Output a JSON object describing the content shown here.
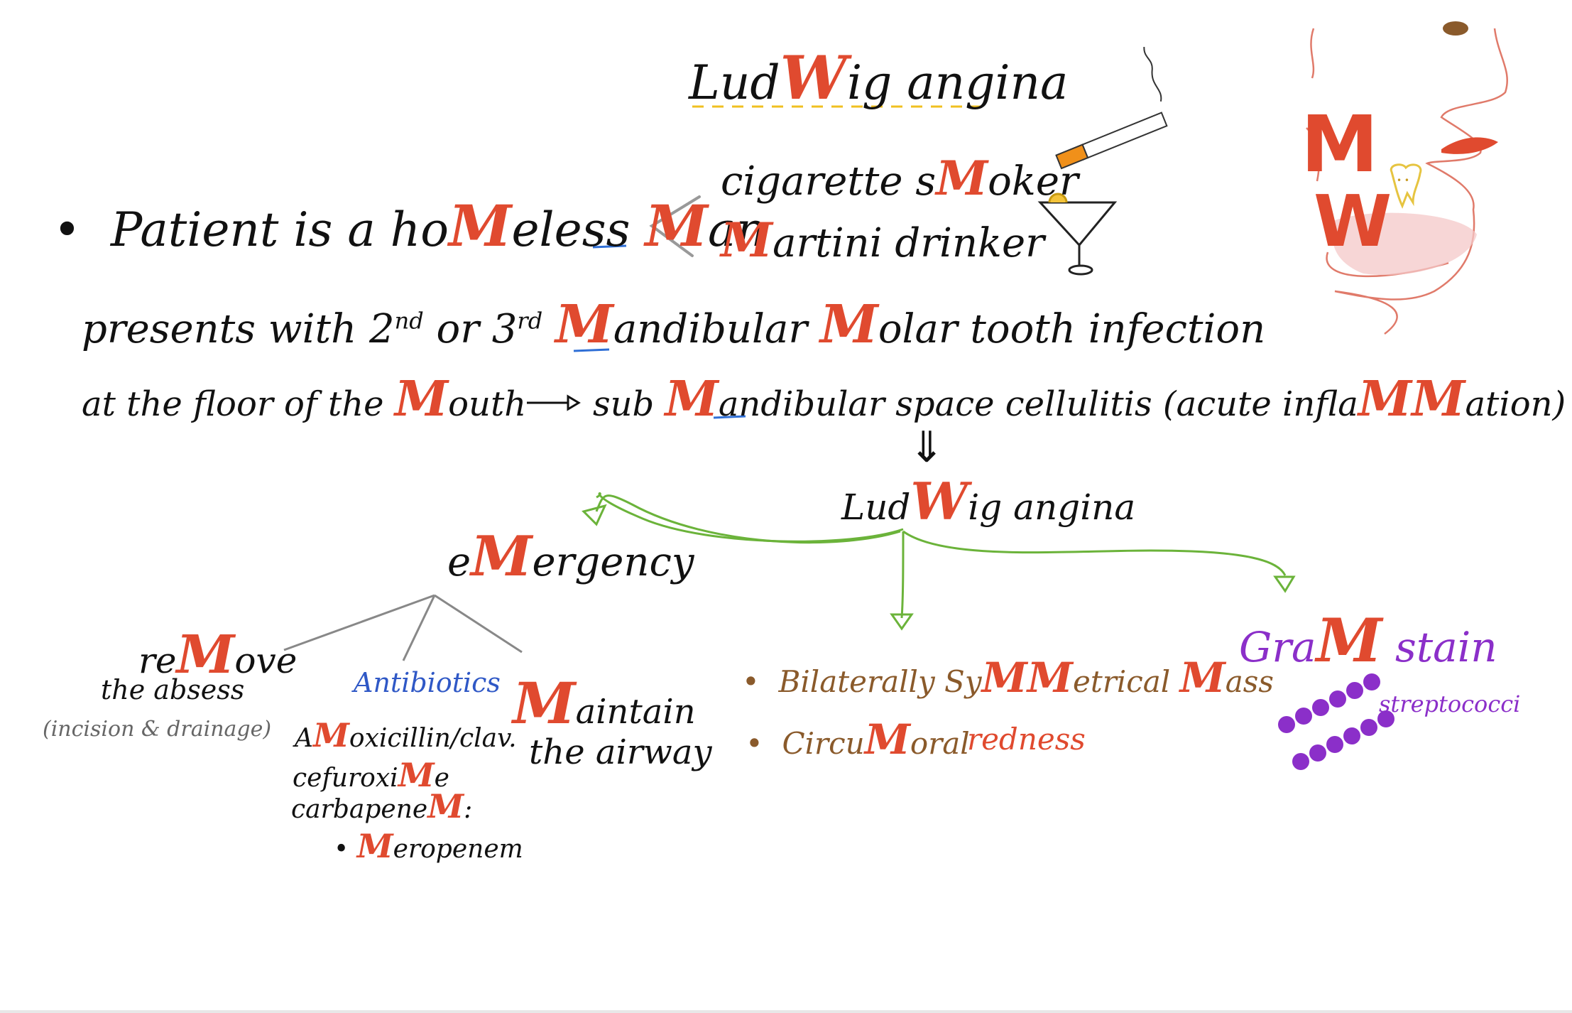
{
  "colors": {
    "ink": "#111111",
    "accent_red": "#e04a2f",
    "underline_blue": "#2f6fd6",
    "branch_green": "#6bb33a",
    "antibiotics_blue": "#2f58c6",
    "signs_brown": "#8a5a2b",
    "gram_purple": "#8b2fc9",
    "title_dash": "#f0c020"
  },
  "title": {
    "pre": "Lud",
    "hl": "W",
    "post": "ig  angina"
  },
  "line1": {
    "bullet": "•",
    "p1": "Patient  is  a  ho",
    "m1": "M",
    "p2": "eless  ",
    "m2": "M",
    "p3": "an"
  },
  "risks": {
    "smoker": {
      "pre": "cigarette  s",
      "hl": "M",
      "post": "oker"
    },
    "drinker": {
      "hl": "M",
      "post": "artini  drinker"
    }
  },
  "line2": {
    "p1": "presents  with  2",
    "sup1": "nd",
    "p2": "  or  3",
    "sup2": "rd",
    "p3": "  ",
    "m1": "M",
    "p4": "andibular  ",
    "m2": "M",
    "p5": "olar  tooth  infection"
  },
  "line3": {
    "p1": "at  the  floor  of  the  ",
    "m1": "M",
    "p2": "outh",
    "arrow": "→",
    "p3": "sub  ",
    "m2": "M",
    "p4": "andibular  space  cellulitis  (acute  infla",
    "m3": "MM",
    "p5": "ation)"
  },
  "down_arrow": "⇓",
  "ludwig2": {
    "pre": "Lud",
    "hl": "W",
    "post": "ig  angina"
  },
  "emergency": {
    "pre": "e",
    "hl": "M",
    "post": "ergency"
  },
  "remove": {
    "pre": "re",
    "hl": "M",
    "post": "ove",
    "sub": "the  absess",
    "note": "(incision & drainage)"
  },
  "antibiotics": {
    "heading": "Antibiotics",
    "d1": {
      "pre": "A",
      "hl": "M",
      "post": "oxicillin/clav."
    },
    "d2": {
      "pre": "cefuroxi",
      "hl": "M",
      "post": "e"
    },
    "d3": {
      "pre": "carbapene",
      "hl": "M",
      "post": ":"
    },
    "d4": {
      "bullet": "•",
      "hl": "M",
      "post": "eropenem"
    }
  },
  "airway": {
    "hl": "M",
    "post": "aintain",
    "sub": "the  airway"
  },
  "signs": {
    "s1": {
      "bullet": "•",
      "pre": "Bilaterally  Sy",
      "hl": "MM",
      "mid": "etrical  ",
      "hl2": "M",
      "post": "ass"
    },
    "s2": {
      "bullet": "•",
      "pre": "Circu",
      "hl": "M",
      "post": "oral",
      "red": "redness"
    }
  },
  "gram": {
    "pre": "Gra",
    "hl": "M",
    "post": "  stain",
    "organism": "streptococci"
  },
  "face_letters": {
    "a": "M",
    "b": "W"
  }
}
